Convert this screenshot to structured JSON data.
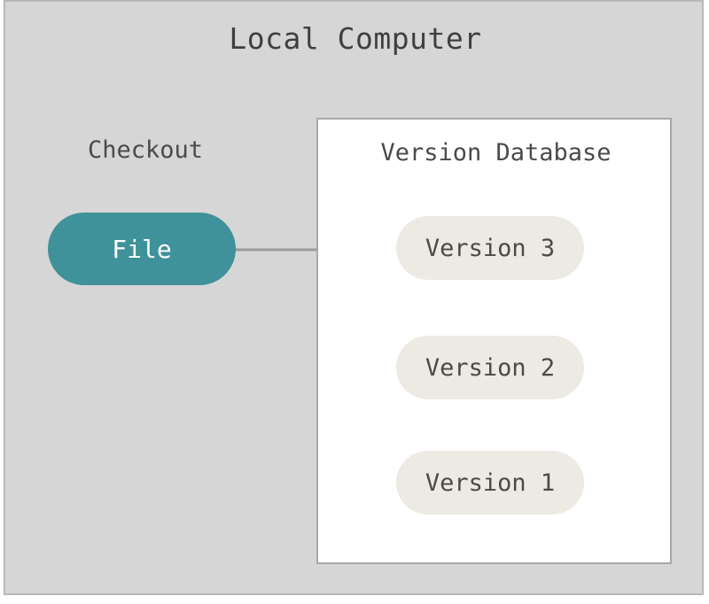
{
  "diagram": {
    "title": "Local Computer",
    "background_color": "#d6d6d6",
    "frame_border_color": "#b8b8b8"
  },
  "checkout": {
    "label": "Checkout",
    "node": {
      "label": "File",
      "fill_color": "#3f919a",
      "text_color": "#ffffff"
    }
  },
  "version_database": {
    "label": "Version Database",
    "panel_fill": "#ffffff",
    "panel_border": "#a8a8a8",
    "node_fill": "#eceae2",
    "node_text_color": "#4a4a4a",
    "versions": [
      {
        "label": "Version 3"
      },
      {
        "label": "Version 2"
      },
      {
        "label": "Version 1"
      }
    ]
  },
  "edges": {
    "color": "#9a9a96",
    "connections": [
      {
        "from": "File",
        "to": "Version 3",
        "orientation": "horizontal"
      },
      {
        "from": "Version 3",
        "to": "Version 2",
        "orientation": "vertical"
      },
      {
        "from": "Version 2",
        "to": "Version 1",
        "orientation": "vertical"
      }
    ]
  }
}
